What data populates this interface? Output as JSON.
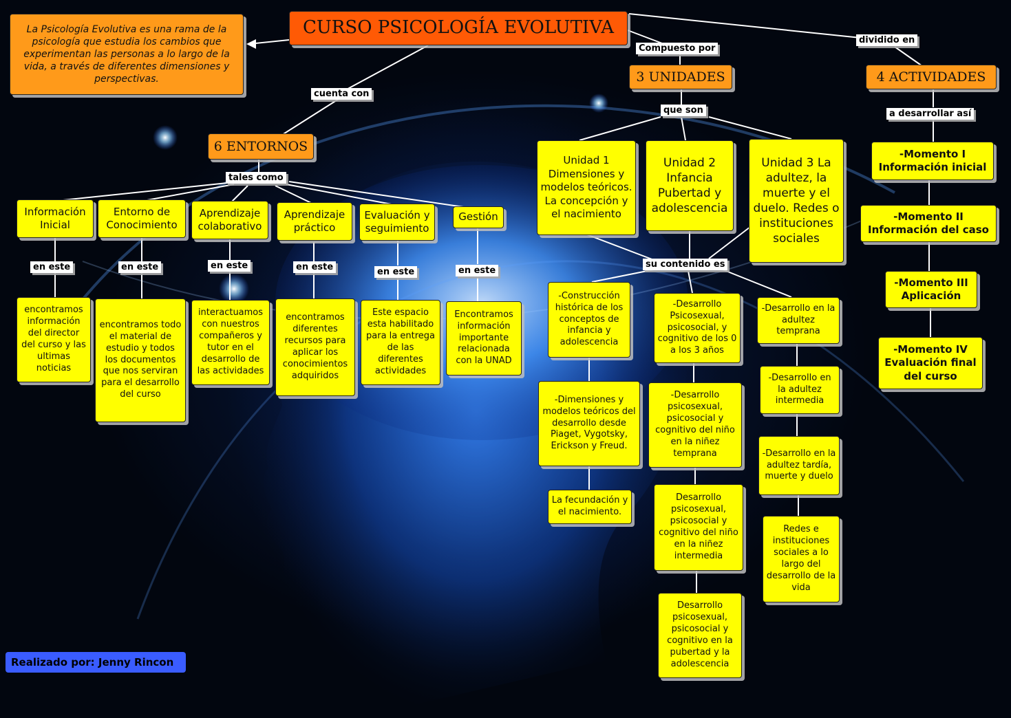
{
  "title": "CURSO PSICOLOGÍA EVOLUTIVA",
  "definition": "La Psicología Evolutiva es una rama de la psicología que estudia los cambios que experimentan las personas a lo largo de la vida, a través de diferentes dimensiones y perspectivas.",
  "connectors": {
    "cuenta_con": "cuenta con",
    "compuesto_por": "Compuesto por",
    "dividido_en": "dividido en",
    "tales_como": "tales como",
    "que_son": "que son",
    "a_desarrollar": "a desarrollar así",
    "su_contenido": "su contenido es",
    "en_este": "en este"
  },
  "entornos": {
    "heading": "6 ENTORNOS",
    "items": [
      {
        "name": "Información Inicial",
        "desc": "encontramos información del director del curso y las ultimas noticias"
      },
      {
        "name": "Entorno de Conocimiento",
        "desc": "encontramos todo el material de estudio y todos los documentos que nos serviran para el desarrollo del curso"
      },
      {
        "name": "Aprendizaje colaborativo",
        "desc": "interactuamos con nuestros compañeros y tutor en el desarrollo de las actividades"
      },
      {
        "name": "Aprendizaje práctico",
        "desc": "encontramos diferentes recursos para aplicar los conocimientos adquiridos"
      },
      {
        "name": "Evaluación y seguimiento",
        "desc": "Este espacio esta habilitado para la entrega de las diferentes actividades"
      },
      {
        "name": "Gestión",
        "desc": "Encontramos información importante relacionada con la UNAD"
      }
    ]
  },
  "unidades": {
    "heading": "3 UNIDADES",
    "items": [
      {
        "name": "Unidad 1 Dimensiones y modelos teóricos. La concepción y el nacimiento",
        "contents": [
          "-Construcción histórica de los conceptos de infancia y adolescencia",
          "-Dimensiones y modelos teóricos del desarrollo desde Piaget, Vygotsky, Erickson y Freud.",
          "La fecundación y el nacimiento."
        ]
      },
      {
        "name": "Unidad 2 Infancia Pubertad y adolescencia",
        "contents": [
          "-Desarrollo Psicosexual, psicosocial, y cognitivo de los 0 a los 3 años",
          "-Desarrollo psicosexual, psicosocial y cognitivo del niño en la niñez temprana",
          "Desarrollo psicosexual, psicosocial y cognitivo del niño en la niñez intermedia",
          "Desarrollo psicosexual, psicosocial y cognitivo en la pubertad y la adolescencia"
        ]
      },
      {
        "name": "Unidad 3 La adultez, la muerte y el duelo. Redes o instituciones sociales",
        "contents": [
          "-Desarrollo en la adultez temprana",
          "-Desarrollo en la adultez intermedia",
          "-Desarrollo en la adultez tardía, muerte y duelo",
          "Redes e instituciones sociales a lo largo del desarrollo de la vida"
        ]
      }
    ]
  },
  "actividades": {
    "heading": "4 ACTIVIDADES",
    "items": [
      "-Momento I Información inicial",
      "-Momento II Información del caso",
      "-Momento III Aplicación",
      "-Momento IV Evaluación final del curso"
    ]
  },
  "credit": "Realizado por: Jenny Rincon",
  "colors": {
    "yellow_box": "#ffff00",
    "orange_box": "#ff9a1a",
    "title_box": "#ff5a05",
    "credit_box": "#3a5cff",
    "background": "#02060f",
    "lines": "#ffffff"
  }
}
